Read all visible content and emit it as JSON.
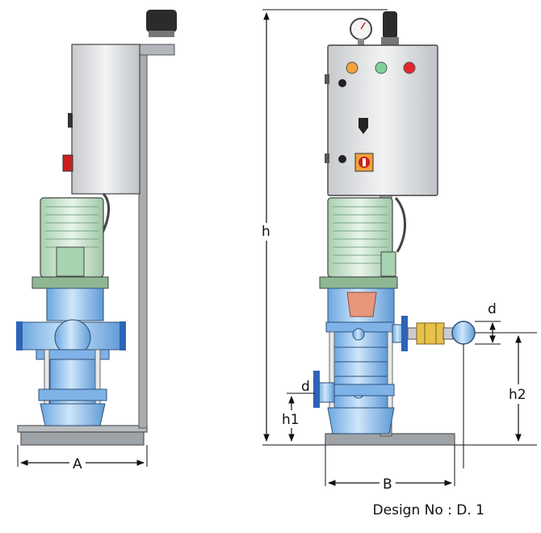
{
  "dimensions": {
    "A": "A",
    "B": "B",
    "h": "h",
    "h1": "h1",
    "h2": "h2",
    "d": "d",
    "d_small": "d"
  },
  "caption": "Design No : D. 1",
  "colors": {
    "pump_blue": "#8fc3ee",
    "pump_blue_dark": "#2f6fb4",
    "motor_green": "#cfe8d2",
    "panel_gray": "#d9dcdf",
    "frame_gray": "#a9adb2",
    "lamp_orange": "#f2a23a",
    "lamp_green": "#7fd19a",
    "lamp_red": "#e3262b",
    "flange_blue": "#2e63b8",
    "valve_yellow": "#e8c24a",
    "switch_red": "#c6231f",
    "copper": "#e7987c"
  }
}
